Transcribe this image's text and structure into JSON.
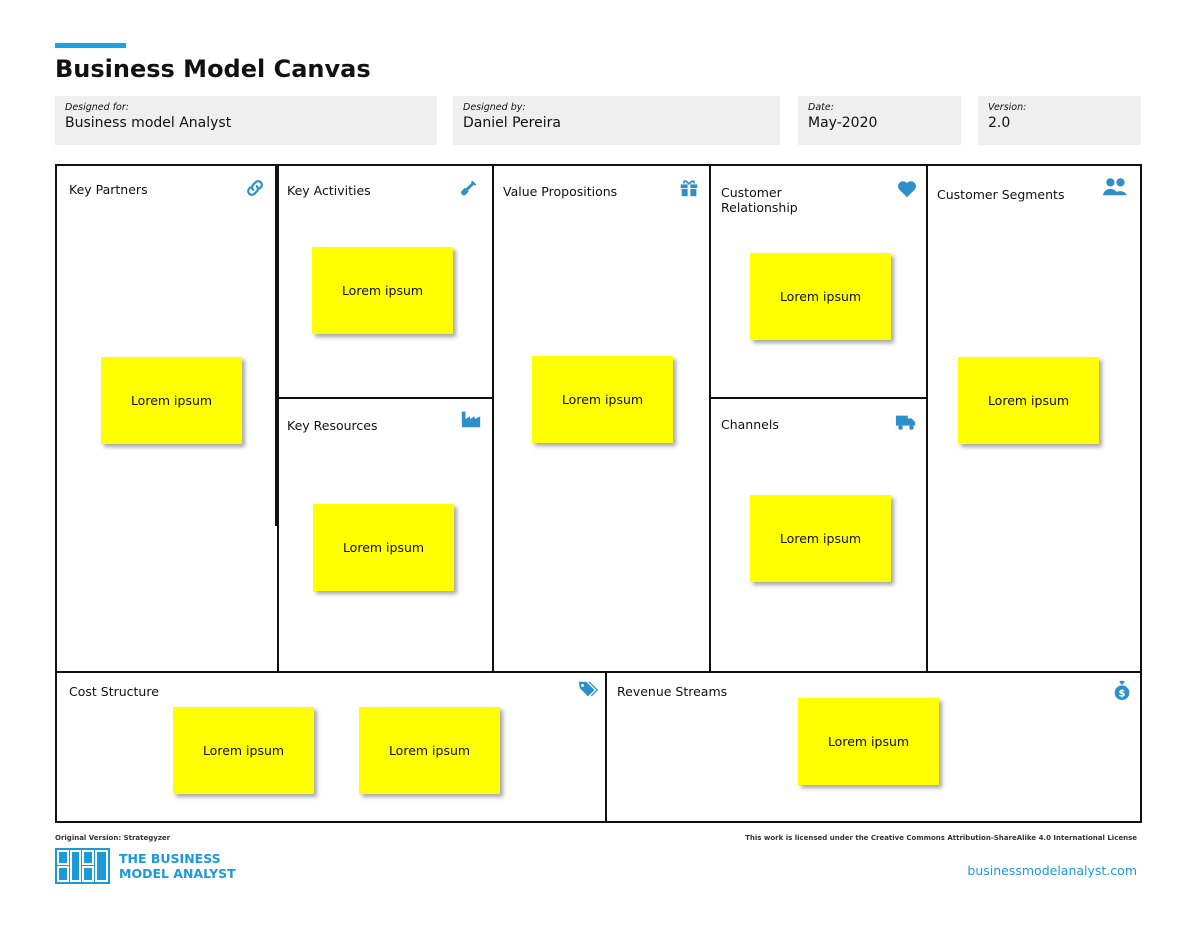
{
  "header": {
    "title": "Business Model Canvas"
  },
  "meta": {
    "designed_for": {
      "label": "Designed for:",
      "value": "Business model Analyst"
    },
    "designed_by": {
      "label": "Designed by:",
      "value": "Daniel Pereira"
    },
    "date": {
      "label": "Date:",
      "value": "May-2020"
    },
    "version": {
      "label": "Version:",
      "value": "2.0"
    }
  },
  "blocks": {
    "key_partners": {
      "title": "Key Partners",
      "icon": "link-icon",
      "notes": [
        "Lorem ipsum"
      ]
    },
    "key_activities": {
      "title": "Key Activities",
      "icon": "shovel-icon",
      "notes": [
        "Lorem ipsum"
      ]
    },
    "key_resources": {
      "title": "Key Resources",
      "icon": "factory-icon",
      "notes": [
        "Lorem ipsum"
      ]
    },
    "value_propositions": {
      "title": "Value Propositions",
      "icon": "gift-icon",
      "notes": [
        "Lorem ipsum"
      ]
    },
    "customer_relationship": {
      "title": "Customer\nRelationship",
      "icon": "heart-icon",
      "notes": [
        "Lorem ipsum"
      ]
    },
    "channels": {
      "title": "Channels",
      "icon": "truck-icon",
      "notes": [
        "Lorem ipsum"
      ]
    },
    "customer_segments": {
      "title": "Customer Segments",
      "icon": "users-icon",
      "notes": [
        "Lorem ipsum"
      ]
    },
    "cost_structure": {
      "title": "Cost Structure",
      "icon": "tag-icon",
      "notes": [
        "Lorem ipsum",
        "Lorem ipsum"
      ]
    },
    "revenue_streams": {
      "title": "Revenue Streams",
      "icon": "money-bag-icon",
      "notes": [
        "Lorem ipsum"
      ]
    }
  },
  "footer": {
    "original_version": "Original Version: Strategyzer",
    "license": "This work is licensed under the Creative Commons Attribution-ShareAlike 4.0 International License",
    "logo_line1": "THE BUSINESS",
    "logo_line2": "MODEL ANALYST",
    "site": "businessmodelanalyst.com"
  },
  "colors": {
    "accent": "#1aa3e0",
    "icon": "#2e8fc9",
    "note": "#ffff00"
  }
}
